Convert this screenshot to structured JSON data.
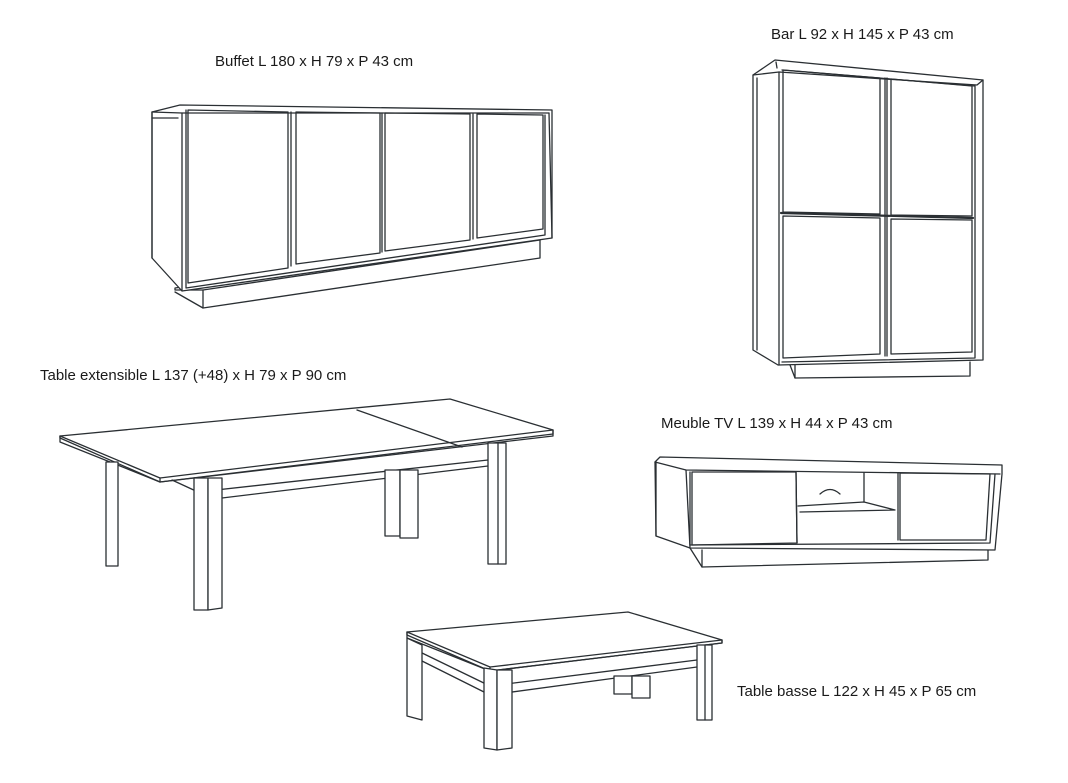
{
  "furniture": {
    "buffet": {
      "caption": "Buffet L 180 x H 79 x P 43 cm"
    },
    "bar": {
      "caption": "Bar L 92 x H 145 x P 43 cm"
    },
    "table_extensible": {
      "caption": "Table extensible L 137 (+48) x H 79 x P 90 cm"
    },
    "meuble_tv": {
      "caption": "Meuble TV L 139 x H 44 x P 43 cm"
    },
    "table_basse": {
      "caption": "Table basse L 122 x H 45 x P 65 cm"
    }
  },
  "line_color": "#2a2f33",
  "background_color": "#ffffff"
}
